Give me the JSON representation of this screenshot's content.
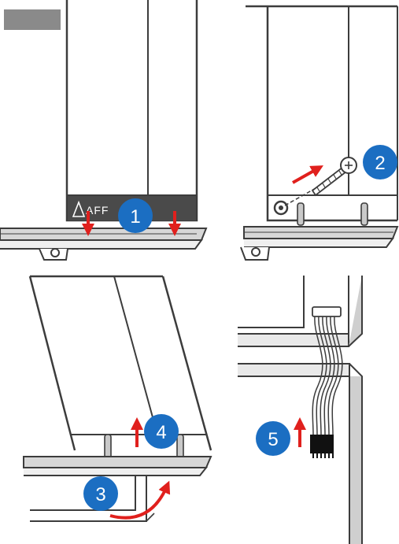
{
  "colors": {
    "badge": "#1b6ec2",
    "arrow": "#e0201d",
    "line": "#3c3c3c",
    "panel_fill": "#ffffff",
    "rail_fill": "#d7d7d7",
    "logo_bar": "#4a4a4a"
  },
  "steps": [
    {
      "label": "1"
    },
    {
      "label": "2"
    },
    {
      "label": "3"
    },
    {
      "label": "4"
    },
    {
      "label": "5"
    }
  ],
  "logo_text": "AFF",
  "icons": [
    "arrow-down-icon",
    "arrow-up-icon",
    "curved-arrow-icon",
    "screw-icon",
    "ribbon-cable-icon"
  ]
}
